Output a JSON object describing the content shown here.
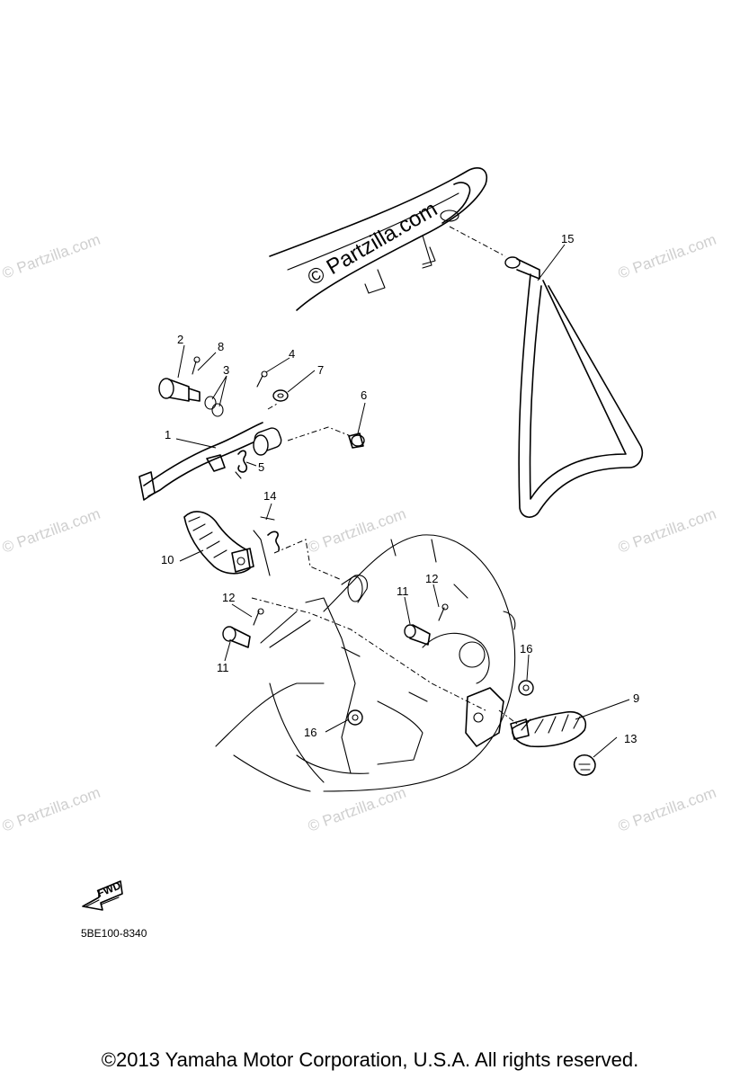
{
  "watermark": {
    "main": "© Partzilla.com",
    "faint": "© Partzilla.com"
  },
  "callouts": {
    "c1": "1",
    "c2": "2",
    "c3": "3",
    "c4": "4",
    "c5": "5",
    "c6": "6",
    "c7": "7",
    "c8": "8",
    "c9": "9",
    "c10": "10",
    "c11a": "11",
    "c11b": "11",
    "c12a": "12",
    "c12b": "12",
    "c13": "13",
    "c14": "14",
    "c15": "15",
    "c16a": "16",
    "c16b": "16"
  },
  "fwd_label": "FWD",
  "diagram_code": "5BE100-8340",
  "copyright": "©2013 Yamaha Motor Corporation, U.S.A. All rights reserved."
}
